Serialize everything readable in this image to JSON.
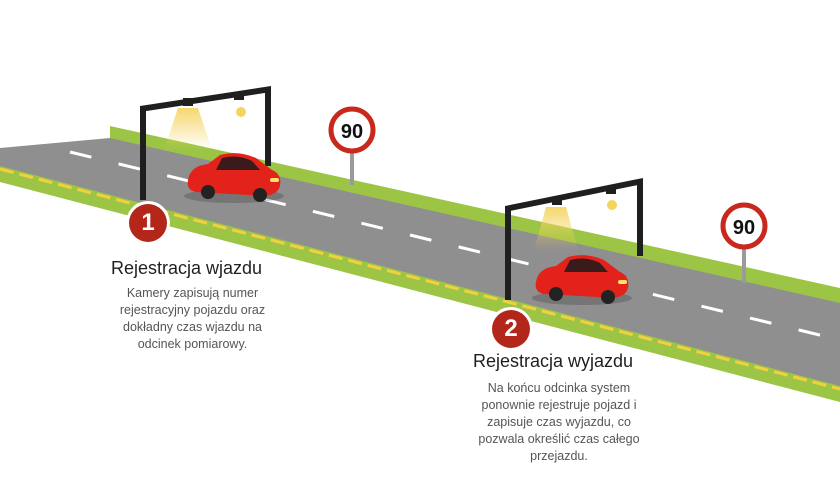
{
  "steps": [
    {
      "number": "1",
      "title": "Rejestracja wjazdu",
      "description": "Kamery zapisują numer rejestracyjny pojazdu oraz dokładny czas wjazdu na odcinek pomiarowy."
    },
    {
      "number": "2",
      "title": "Rejestracja wyjazdu",
      "description": "Na końcu odcinka system ponownie rejestruje pojazd i zapisuje czas wyjazdu, co pozwala określić czas całego przejazdu."
    }
  ],
  "signs": [
    {
      "value": "90"
    },
    {
      "value": "90"
    }
  ],
  "colors": {
    "accent": "#b3271b",
    "road": "#8f8f8f",
    "grass": "#9cc545",
    "car": "#e3231b"
  }
}
